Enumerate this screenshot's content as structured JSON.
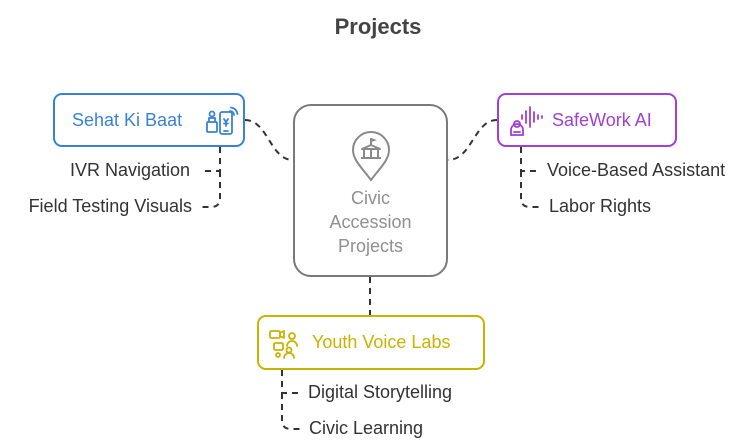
{
  "title": "Projects",
  "center": {
    "lines": [
      "Civic",
      "Accession",
      "Projects"
    ],
    "icon": "civic-building-pin-icon",
    "border_color": "#7a7a7a"
  },
  "nodes": {
    "sehat": {
      "label": "Sehat Ki Baat",
      "color": "#3a82d6",
      "icon": "mobile-ivr-icon",
      "items": [
        "IVR Navigation",
        "Field Testing Visuals"
      ]
    },
    "safework": {
      "label": "SafeWork AI",
      "color": "#a23fd6",
      "icon": "voice-assistant-icon",
      "items": [
        "Voice-Based Assistant",
        "Labor Rights"
      ]
    },
    "youth": {
      "label": "Youth Voice Labs",
      "color": "#c9b200",
      "icon": "youth-group-icon",
      "items": [
        "Digital Storytelling",
        "Civic Learning"
      ]
    }
  }
}
